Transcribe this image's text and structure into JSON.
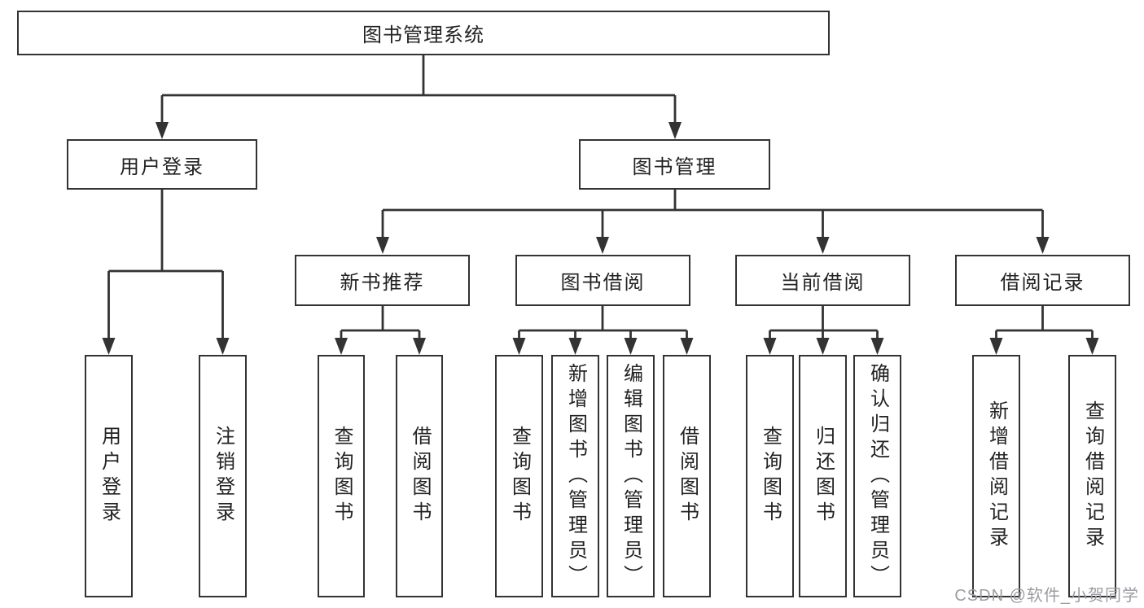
{
  "diagram": {
    "root": {
      "label": "图书管理系统",
      "children": [
        {
          "label": "用户登录",
          "children": [
            {
              "label": "用户登录"
            },
            {
              "label": "注销登录"
            }
          ]
        },
        {
          "label": "图书管理",
          "children": [
            {
              "label": "新书推荐",
              "children": [
                {
                  "label": "查询图书"
                },
                {
                  "label": "借阅图书"
                }
              ]
            },
            {
              "label": "图书借阅",
              "children": [
                {
                  "label": "查询图书"
                },
                {
                  "label": "新增图书（管理员）"
                },
                {
                  "label": "编辑图书（管理员）"
                },
                {
                  "label": "借阅图书"
                }
              ]
            },
            {
              "label": "当前借阅",
              "children": [
                {
                  "label": "查询图书"
                },
                {
                  "label": "归还图书"
                },
                {
                  "label": "确认归还（管理员）"
                }
              ]
            },
            {
              "label": "借阅记录",
              "children": [
                {
                  "label": "新增借阅记录"
                },
                {
                  "label": "查询借阅记录"
                }
              ]
            }
          ]
        }
      ]
    }
  },
  "watermark": {
    "text": "CSDN @软件_小贺同学"
  },
  "colors": {
    "line": "#333333",
    "text": "#222222",
    "watermark": "#9c9ca3",
    "background": "#ffffff"
  }
}
